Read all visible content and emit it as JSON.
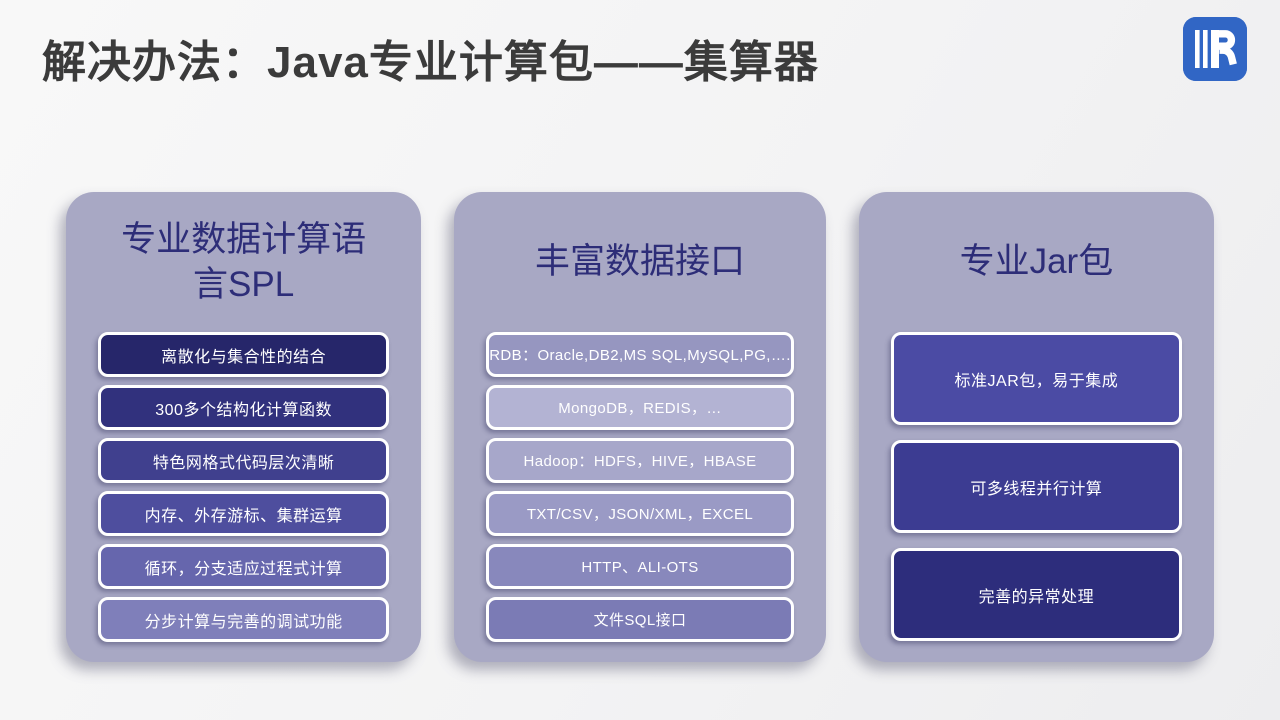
{
  "title": "解决办法：Java专业计算包——集算器",
  "logo": {
    "letter": "R",
    "bg_color": "#3166c5",
    "glyph_color": "#ffffff"
  },
  "colors": {
    "slide_background": "#f3f3f4",
    "panel_background": "#a8a8c4",
    "header_text": "#2d2d78",
    "title_text": "#3b3b3b",
    "item_text": "#ffffff",
    "item_border": "#ffffff"
  },
  "columns": [
    {
      "header": "专业数据计算语言SPL",
      "items": [
        {
          "label": "离散化与集合性的结合",
          "bg": "#26266a"
        },
        {
          "label": "300多个结构化计算函数",
          "bg": "#31317d"
        },
        {
          "label": "特色网格式代码层次清晰",
          "bg": "#40408e"
        },
        {
          "label": "内存、外存游标、集群运算",
          "bg": "#4e4e9e"
        },
        {
          "label": "循环，分支适应过程式计算",
          "bg": "#6666ad"
        },
        {
          "label": "分步计算与完善的调试功能",
          "bg": "#7f7fba"
        }
      ]
    },
    {
      "header": "丰富数据接口",
      "items": [
        {
          "label": "RDB：Oracle,DB2,MS SQL,MySQL,PG,….",
          "bg": "#9696c0"
        },
        {
          "label": "MongoDB，REDIS，…",
          "bg": "#b3b3d3"
        },
        {
          "label": "Hadoop：HDFS，HIVE，HBASE",
          "bg": "#a7a7ca"
        },
        {
          "label": "TXT/CSV，JSON/XML，EXCEL",
          "bg": "#9a9ac5"
        },
        {
          "label": "HTTP、ALI-OTS",
          "bg": "#8888bc"
        },
        {
          "label": "文件SQL接口",
          "bg": "#7b7bb5"
        }
      ]
    },
    {
      "header": "专业Jar包",
      "items": [
        {
          "label": "标准JAR包，易于集成",
          "bg": "#4b4ba4"
        },
        {
          "label": "可多线程并行计算",
          "bg": "#3c3c92"
        },
        {
          "label": "完善的异常处理",
          "bg": "#2d2d7c"
        }
      ]
    }
  ]
}
